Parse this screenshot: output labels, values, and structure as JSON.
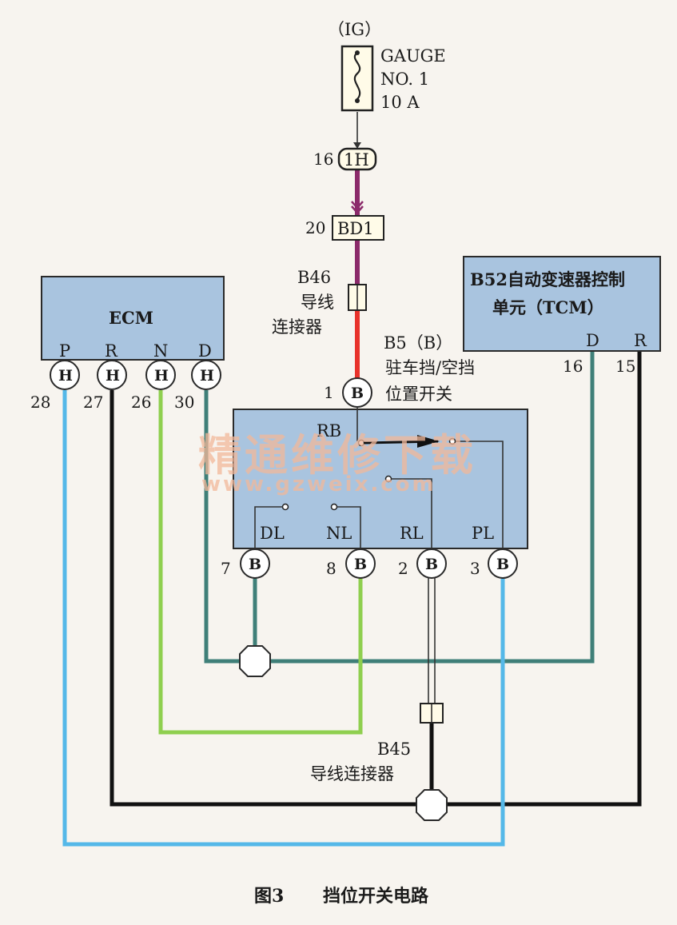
{
  "fuse": {
    "supply": "（IG）",
    "name_line1": "GAUGE",
    "name_line2": "NO. 1",
    "rating": "10 A"
  },
  "connectors": {
    "1H": {
      "pin": "16",
      "label": "1H"
    },
    "BD1": {
      "pin": "20",
      "label": "BD1"
    },
    "B46": {
      "line1": "B46",
      "line2": "导线",
      "line3": "连接器"
    },
    "B45": {
      "line1": "B45",
      "line2": "导线连接器"
    }
  },
  "ecm": {
    "title": "ECM",
    "terminals": [
      {
        "name": "P",
        "letter": "H",
        "pin": "28"
      },
      {
        "name": "R",
        "letter": "H",
        "pin": "27"
      },
      {
        "name": "N",
        "letter": "H",
        "pin": "26"
      },
      {
        "name": "D",
        "letter": "H",
        "pin": "30"
      }
    ]
  },
  "tcm": {
    "title_line1": "B52自动变速器控制",
    "title_line2": "单元（TCM）",
    "terminals": [
      {
        "name": "D",
        "pin": "16"
      },
      {
        "name": "R",
        "pin": "15"
      }
    ]
  },
  "switch": {
    "label_line1": "B5（B）",
    "label_line2": "驻车挡/空挡",
    "label_line3": "位置开关",
    "input": {
      "name": "RB",
      "letter": "B",
      "pin": "1"
    },
    "outputs": [
      {
        "name": "DL",
        "letter": "B",
        "pin": "7"
      },
      {
        "name": "NL",
        "letter": "B",
        "pin": "8"
      },
      {
        "name": "RL",
        "letter": "B",
        "pin": "2"
      },
      {
        "name": "PL",
        "letter": "B",
        "pin": "3"
      }
    ]
  },
  "watermark": {
    "text": "精通维修下载",
    "url": "www.gzweix.com"
  },
  "caption": {
    "figure": "图3",
    "title": "挡位开关电路"
  },
  "colors": {
    "purple": "#8b2a6a",
    "red": "#e8322b",
    "teal": "#3f7f78",
    "lime": "#8fcf4f",
    "sky": "#55b8e8",
    "black": "#111111",
    "box": "#a9c4df"
  }
}
